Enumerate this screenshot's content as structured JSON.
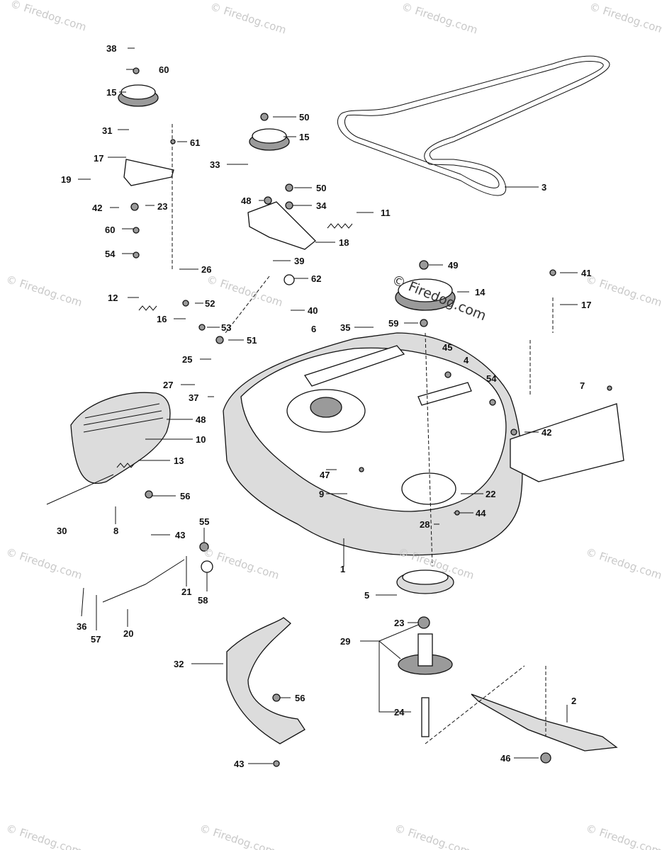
{
  "watermark": {
    "text": "© Firedog.com",
    "center_text": "© Firedog.com"
  },
  "callouts": [
    "38",
    "60",
    "15",
    "31",
    "17",
    "19",
    "42",
    "23",
    "60",
    "54",
    "61",
    "26",
    "12",
    "52",
    "16",
    "53",
    "51",
    "25",
    "27",
    "37",
    "50",
    "15",
    "33",
    "48",
    "50",
    "34",
    "11",
    "18",
    "39",
    "62",
    "40",
    "3",
    "49",
    "14",
    "59",
    "35",
    "41",
    "17",
    "6",
    "45",
    "4",
    "54",
    "48",
    "10",
    "13",
    "56",
    "30",
    "8",
    "43",
    "55",
    "21",
    "58",
    "7",
    "42",
    "47",
    "9",
    "22",
    "44",
    "28",
    "1",
    "5",
    "36",
    "57",
    "20",
    "23",
    "29",
    "24",
    "32",
    "56",
    "43",
    "2",
    "46"
  ],
  "colors": {
    "ink": "#111111",
    "watermark": "#c9c9c9",
    "shade": "#dcdcdc"
  }
}
